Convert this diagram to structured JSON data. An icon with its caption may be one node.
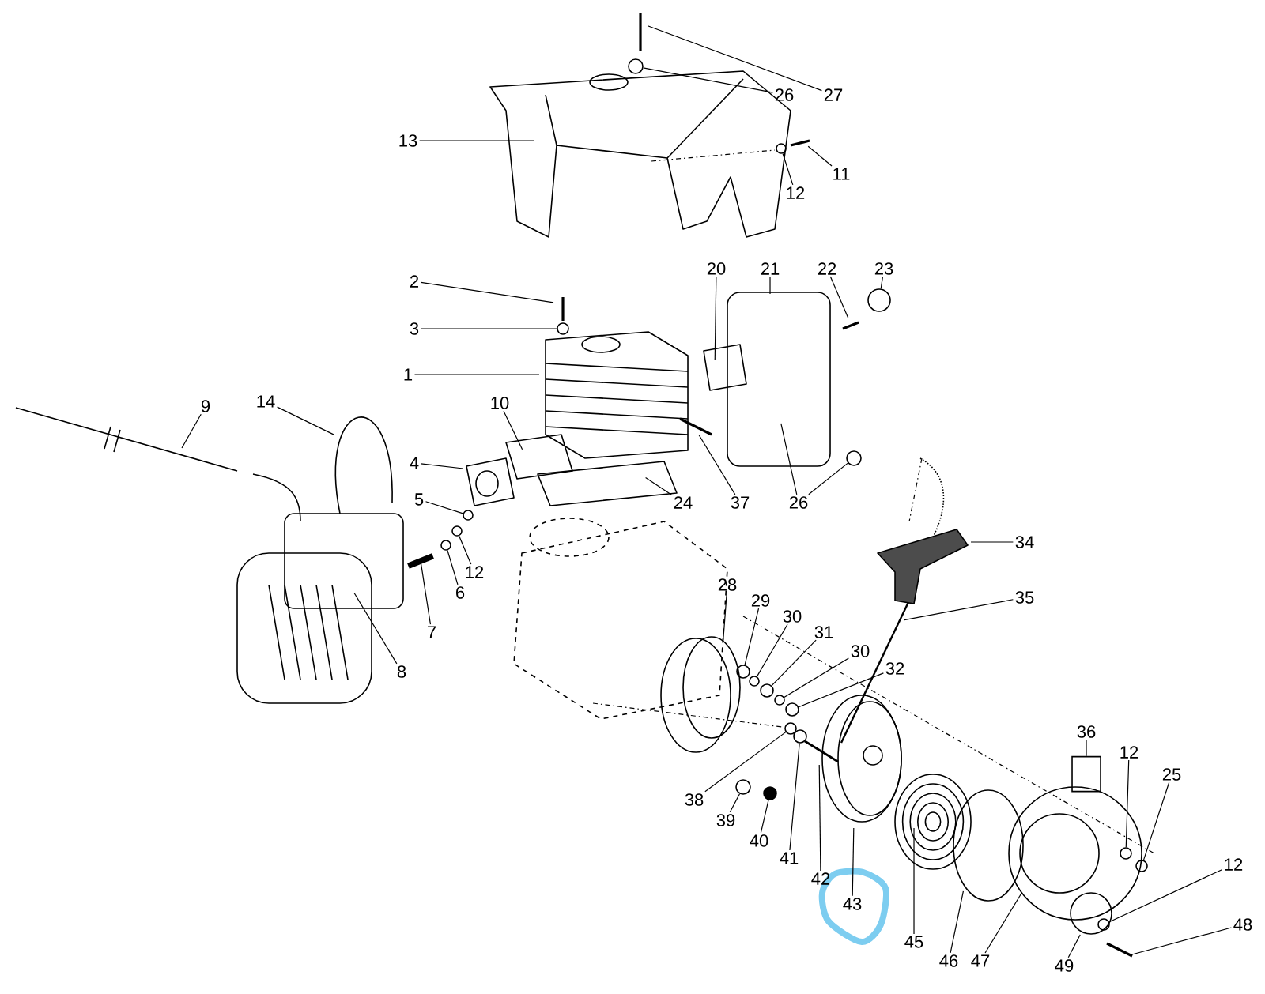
{
  "diagram": {
    "nodes": [
      {
        "text": [
          "26"
        ]
      },
      {
        "text": [
          "27"
        ]
      },
      {
        "text": [
          "13"
        ]
      },
      {
        "text": [
          "11"
        ]
      },
      {
        "text": [
          "12"
        ]
      },
      {
        "text": [
          "20"
        ]
      },
      {
        "text": [
          "21"
        ]
      },
      {
        "text": [
          "22"
        ]
      },
      {
        "text": [
          "23"
        ]
      },
      {
        "text": [
          "2"
        ]
      },
      {
        "text": [
          "3"
        ]
      },
      {
        "text": [
          "1"
        ]
      },
      {
        "text": [
          "10"
        ]
      },
      {
        "text": [
          "9"
        ]
      },
      {
        "text": [
          "14"
        ]
      },
      {
        "text": [
          "4"
        ]
      },
      {
        "text": [
          "5"
        ]
      },
      {
        "text": [
          "24"
        ]
      },
      {
        "text": [
          "37"
        ]
      },
      {
        "text": [
          "26"
        ]
      },
      {
        "text": [
          "12"
        ]
      },
      {
        "text": [
          "6"
        ]
      },
      {
        "text": [
          "7"
        ]
      },
      {
        "text": [
          "34"
        ]
      },
      {
        "text": [
          "28"
        ]
      },
      {
        "text": [
          "35"
        ]
      },
      {
        "text": [
          "29"
        ]
      },
      {
        "text": [
          "30"
        ]
      },
      {
        "text": [
          "8"
        ]
      },
      {
        "text": [
          "31"
        ]
      },
      {
        "text": [
          "30"
        ]
      },
      {
        "text": [
          "32"
        ]
      },
      {
        "text": [
          "38"
        ]
      },
      {
        "text": [
          "36"
        ]
      },
      {
        "text": [
          "39"
        ]
      },
      {
        "text": [
          "12"
        ]
      },
      {
        "text": [
          "25"
        ]
      },
      {
        "text": [
          "40"
        ]
      },
      {
        "text": [
          "41"
        ]
      },
      {
        "text": [
          "42"
        ]
      },
      {
        "text": [
          "43"
        ]
      },
      {
        "text": [
          "12"
        ]
      },
      {
        "text": [
          "48"
        ]
      },
      {
        "text": [
          "45"
        ]
      },
      {
        "text": [
          "46"
        ]
      },
      {
        "text": [
          "47"
        ]
      },
      {
        "text": [
          "49"
        ]
      },
      {
        "text": [],
        "shape": "circle"
      },
      {
        "text": [],
        "shape": "circle"
      },
      {
        "text": [],
        "shape": "circle"
      },
      {
        "text": [],
        "shape": "circle"
      },
      {
        "text": [],
        "shape": "circle"
      },
      {
        "text": [],
        "shape": "circle"
      },
      {
        "text": [],
        "shape": "circle"
      },
      {
        "text": [],
        "shape": "circle"
      },
      {
        "text": [],
        "shape": "bar"
      },
      {
        "text": [],
        "shape": "circle"
      },
      {
        "text": [],
        "shape": "circle"
      },
      {
        "text": [],
        "shape": "circle"
      },
      {
        "text": [],
        "shape": "circle"
      },
      {
        "text": [],
        "shape": "circle"
      },
      {
        "text": [],
        "shape": "circle"
      },
      {
        "text": [],
        "shape": "circle"
      },
      {
        "text": [],
        "shape": "circle"
      },
      {
        "text": [],
        "shape": "circle"
      },
      {
        "text": [],
        "shape": "circle"
      },
      {
        "text": [],
        "shape": "circle"
      },
      {
        "text": [],
        "shape": "circle"
      },
      {
        "text": [],
        "shape": "cylinder"
      }
    ],
    "edges": [
      {
        "from": 0,
        "to": 47,
        "arrow": "none"
      },
      {
        "from": 1,
        "to": null,
        "arrow": "none"
      },
      {
        "from": 2,
        "to": null,
        "arrow": "none"
      },
      {
        "from": 3,
        "to": null,
        "arrow": "none"
      },
      {
        "from": 4,
        "to": 48,
        "arrow": "none"
      },
      {
        "from": 5,
        "to": null,
        "arrow": "none"
      },
      {
        "from": 6,
        "to": null,
        "arrow": "none"
      },
      {
        "from": 7,
        "to": null,
        "arrow": "none"
      },
      {
        "from": 8,
        "to": 49,
        "arrow": "none"
      },
      {
        "from": 9,
        "to": null,
        "arrow": "none"
      },
      {
        "from": 10,
        "to": 50,
        "arrow": "none"
      },
      {
        "from": 11,
        "to": null,
        "arrow": "none"
      },
      {
        "from": 12,
        "to": null,
        "arrow": "none"
      },
      {
        "from": 13,
        "to": null,
        "arrow": "none"
      },
      {
        "from": 14,
        "to": null,
        "arrow": "none"
      },
      {
        "from": 15,
        "to": null,
        "arrow": "none"
      },
      {
        "from": 16,
        "to": 52,
        "arrow": "none"
      },
      {
        "from": 17,
        "to": null,
        "arrow": "none"
      },
      {
        "from": 18,
        "to": null,
        "arrow": "none"
      },
      {
        "from": 19,
        "to": 51,
        "arrow": "none"
      },
      {
        "from": 19,
        "to": null,
        "arrow": "none"
      },
      {
        "from": 20,
        "to": 53,
        "arrow": "none"
      },
      {
        "from": 21,
        "to": 54,
        "arrow": "none"
      },
      {
        "from": 22,
        "to": 55,
        "arrow": "none"
      },
      {
        "from": 23,
        "to": null,
        "arrow": "none"
      },
      {
        "from": 24,
        "to": null,
        "arrow": "none"
      },
      {
        "from": 25,
        "to": null,
        "arrow": "none"
      },
      {
        "from": 26,
        "to": 56,
        "arrow": "none"
      },
      {
        "from": 27,
        "to": 57,
        "arrow": "none"
      },
      {
        "from": 28,
        "to": null,
        "arrow": "none"
      },
      {
        "from": 29,
        "to": 58,
        "arrow": "none"
      },
      {
        "from": 30,
        "to": 59,
        "arrow": "none"
      },
      {
        "from": 31,
        "to": 60,
        "arrow": "none"
      },
      {
        "from": 32,
        "to": 61,
        "arrow": "none"
      },
      {
        "from": 33,
        "to": 68,
        "arrow": "none"
      },
      {
        "from": 34,
        "to": 63,
        "arrow": "none"
      },
      {
        "from": 35,
        "to": 65,
        "arrow": "none"
      },
      {
        "from": 36,
        "to": 66,
        "arrow": "none"
      },
      {
        "from": 37,
        "to": 64,
        "arrow": "none"
      },
      {
        "from": 38,
        "to": 62,
        "arrow": "none"
      },
      {
        "from": 39,
        "to": null,
        "arrow": "none"
      },
      {
        "from": 40,
        "to": null,
        "arrow": "none"
      },
      {
        "from": 41,
        "to": 67,
        "arrow": "none"
      },
      {
        "from": 42,
        "to": null,
        "arrow": "none"
      },
      {
        "from": 43,
        "to": null,
        "arrow": "none"
      },
      {
        "from": 44,
        "to": null,
        "arrow": "none"
      },
      {
        "from": 45,
        "to": null,
        "arrow": "none"
      },
      {
        "from": 46,
        "to": null,
        "arrow": "none"
      }
    ]
  }
}
